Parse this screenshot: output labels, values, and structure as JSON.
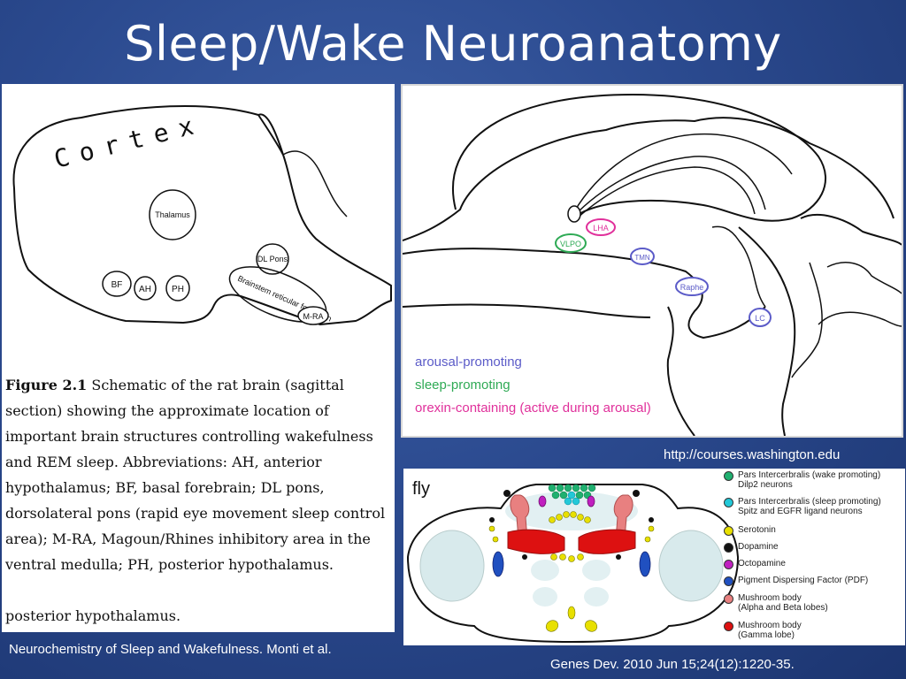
{
  "title": "Sleep/Wake Neuroanatomy",
  "rat": {
    "cortex_label": "Cortex",
    "labels": {
      "thalamus": "Thalamus",
      "bf": "BF",
      "ah": "AH",
      "ph": "PH",
      "dl_pons": "DL Pons",
      "brainstem": "Brainstem reticular formation",
      "mra": "M-RA"
    },
    "caption_label": "Figure 2.1",
    "caption_text": "Schematic of the rat brain (sagittal section) showing the approximate location of important brain structures controlling wakefulness and REM sleep. Abbreviations: AH, anterior hypothalamus; BF, basal forebrain; DL pons, dorsolateral pons (rapid eye movement sleep control area); M-RA, Magoun/Rhines inhibitory area in the ventral medulla; PH, posterior hypothalamus.",
    "caption_dup": "posterior hypothalamus."
  },
  "human": {
    "labels": {
      "lha": "LHA",
      "vlpo": "VLPO",
      "tmn": "TMN",
      "raphe": "Raphe",
      "lc": "LC"
    },
    "legend": {
      "arousal": "arousal-promoting",
      "sleep": "sleep-promoting",
      "orexin": "orexin-containing (active during arousal)"
    },
    "colors": {
      "arousal": "#5b5bc8",
      "sleep": "#2faa55",
      "orexin": "#e0309b"
    }
  },
  "fly": {
    "label": "fly",
    "legend": [
      {
        "text": "Pars Intercerbralis (wake promoting)",
        "text2": "Dilp2 neurons",
        "color": "#20b070"
      },
      {
        "text": "Pars Intercerbralis (sleep promoting)",
        "text2": "Spitz and EGFR ligand neurons",
        "color": "#22c8d8"
      },
      {
        "text": "Serotonin",
        "text2": "",
        "color": "#e8e000"
      },
      {
        "text": "Dopamine",
        "text2": "",
        "color": "#111111"
      },
      {
        "text": "Octopamine",
        "text2": "",
        "color": "#c020c0"
      },
      {
        "text": "Pigment Dispersing Factor (PDF)",
        "text2": "",
        "color": "#2050c0"
      },
      {
        "text": "Mushroom body",
        "text2": "(Alpha and Beta lobes)",
        "color": "#e88080"
      },
      {
        "text": "Mushroom body",
        "text2": "(Gamma lobe)",
        "color": "#dd1111"
      }
    ]
  },
  "credits": {
    "rat": "Neurochemistry of Sleep and Wakefulness.  Monti et al.",
    "human": "http://courses.washington.edu",
    "fly": "Genes Dev. 2010 Jun 15;24(12):1220-35."
  }
}
